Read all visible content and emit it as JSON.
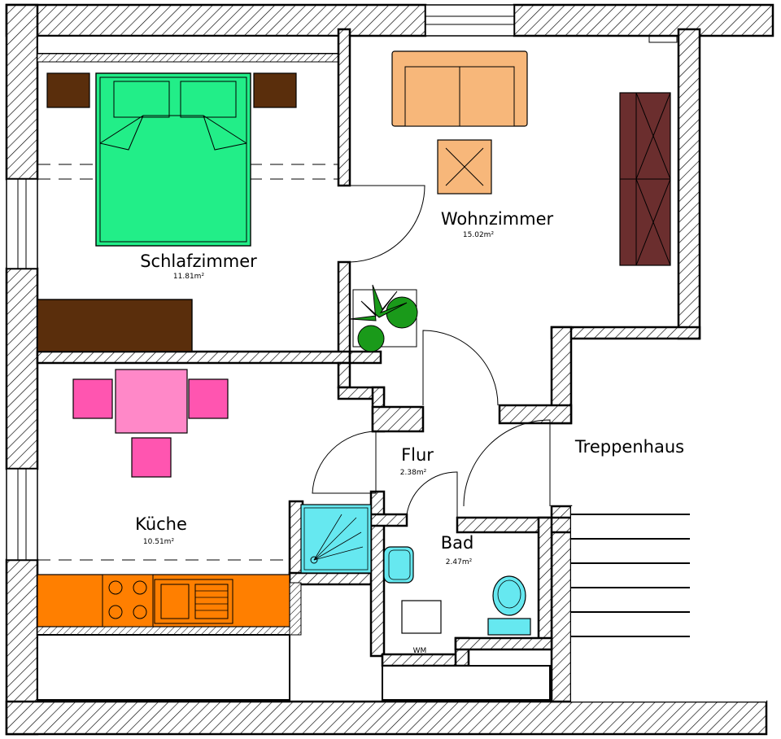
{
  "rooms": {
    "schlafzimmer": {
      "name": "Schlafzimmer",
      "area": "11.81m²"
    },
    "wohnzimmer": {
      "name": "Wohnzimmer",
      "area": "15.02m²"
    },
    "kueche": {
      "name": "Küche",
      "area": "10.51m²"
    },
    "flur": {
      "name": "Flur",
      "area": "2.38m²"
    },
    "bad": {
      "name": "Bad",
      "area": "2.47m²"
    },
    "treppenhaus": {
      "name": "Treppenhaus",
      "area": ""
    }
  },
  "labels": {
    "washing_machine": "WM"
  },
  "colors": {
    "bed": "#22ee88",
    "nightstand": "#5a2e0c",
    "wardrobe_bedroom": "#5a2e0c",
    "sofa": "#f7b77a",
    "coffee_table": "#f7b77a",
    "cabinet_living": "#6b2e2e",
    "dining_table": "#ff88c8",
    "dining_chair": "#ff55b0",
    "kitchen_counter": "#ff7f00",
    "shower": "#66e8f0",
    "sink": "#66e8f0",
    "toilet": "#66e8f0",
    "plant": "#1a9a1a"
  }
}
